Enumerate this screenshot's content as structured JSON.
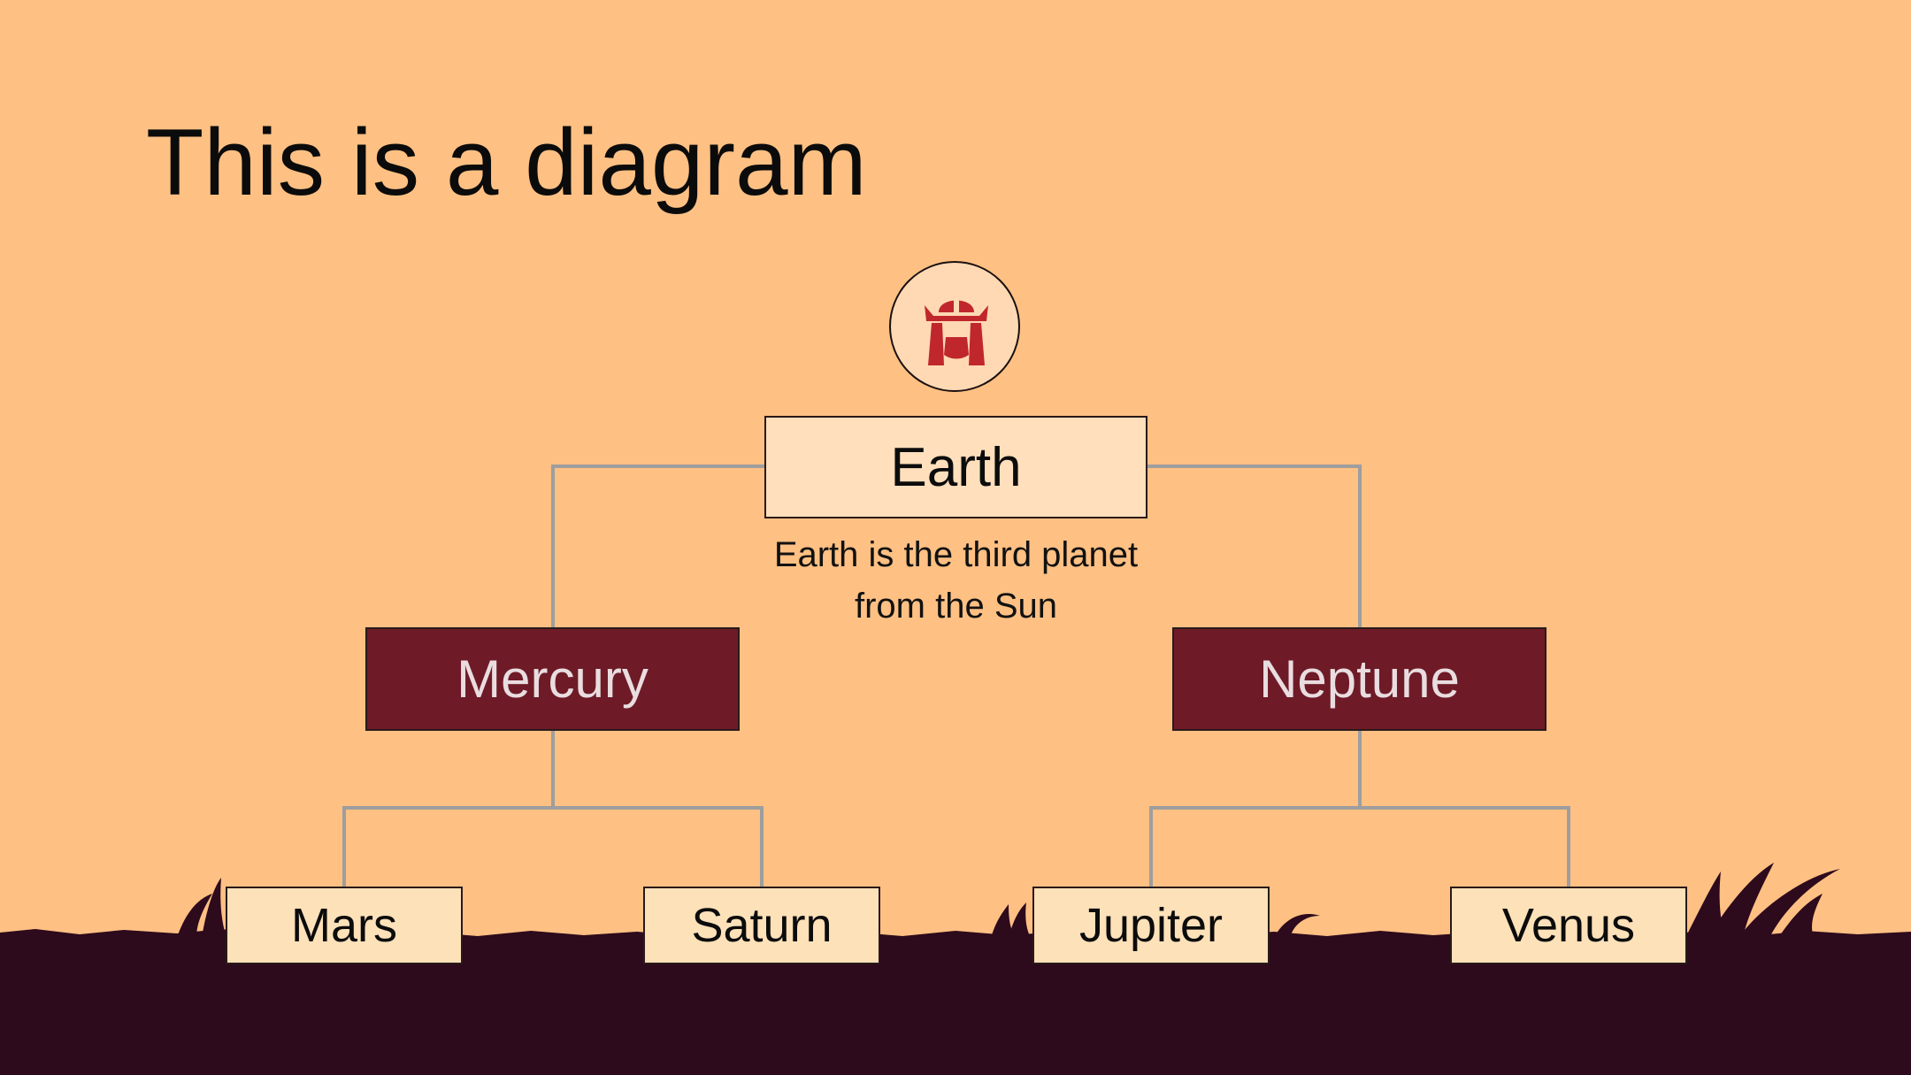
{
  "slide": {
    "title": "This is a diagram"
  },
  "diagram": {
    "icon": "samurai-helmet-icon",
    "root": {
      "label": "Earth",
      "description": "Earth is the third planet from the Sun"
    },
    "branches": [
      {
        "label": "Mercury",
        "children": [
          "Mars",
          "Saturn"
        ]
      },
      {
        "label": "Neptune",
        "children": [
          "Jupiter",
          "Venus"
        ]
      }
    ]
  },
  "colors": {
    "background": "#fec083",
    "root_box": "#ffdfbc",
    "branch_box": "#6e1b27",
    "leaf_box": "#fde1b9",
    "connector": "#9e9e9e",
    "ground": "#2d0a1c",
    "icon": "#c0272d"
  }
}
